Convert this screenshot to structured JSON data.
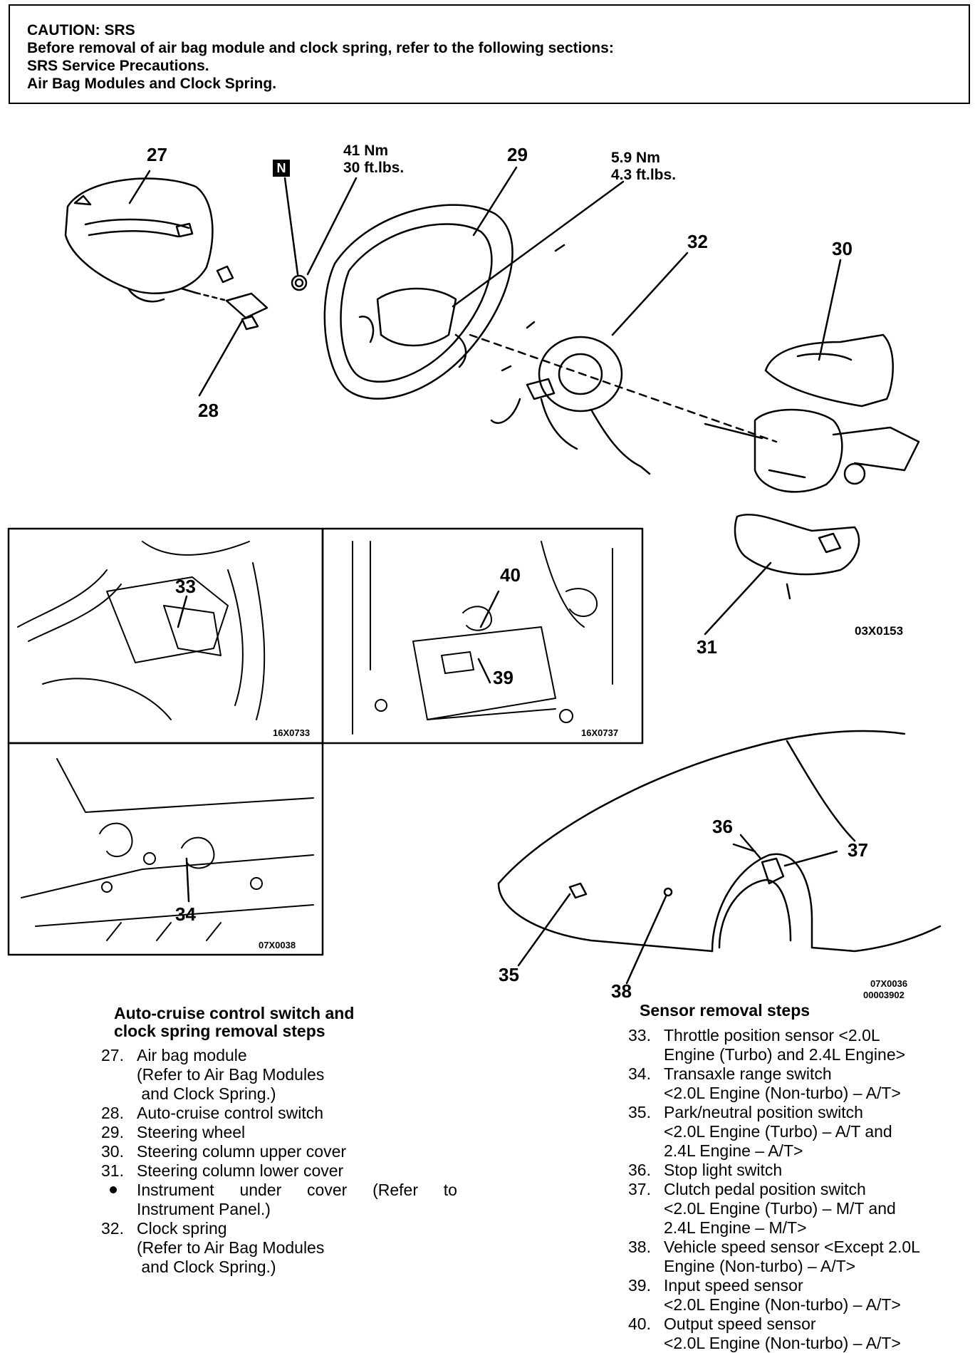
{
  "caution": {
    "lines": [
      "CAUTION: SRS",
      "Before removal of air bag module and clock spring, refer to the following sections:",
      "SRS Service Precautions.",
      "Air Bag Modules and Clock Spring."
    ]
  },
  "figure": {
    "nut_badge": "N",
    "torque_wheel": [
      "41 Nm",
      "30 ft.lbs."
    ],
    "torque_clock": [
      "5.9 Nm",
      "4.3 ft.lbs."
    ],
    "callouts": {
      "c27": "27",
      "c28": "28",
      "c29": "29",
      "c30": "30",
      "c31": "31",
      "c32": "32",
      "c33": "33",
      "c34": "34",
      "c35": "35",
      "c36": "36",
      "c37": "37",
      "c38": "38",
      "c39": "39",
      "c40": "40"
    },
    "codes": {
      "main": "03X0153",
      "inset1": "16X0733",
      "inset2": "16X0737",
      "inset3": "07X0038",
      "car_a": "07X0036",
      "car_b": "00003902"
    }
  },
  "left_list": {
    "heading": [
      "Auto-cruise control switch and",
      "clock spring removal steps"
    ],
    "items": [
      {
        "num": "27.",
        "lines": [
          "Air bag module",
          "(Refer to Air Bag Modules",
          " and Clock Spring.)"
        ]
      },
      {
        "num": "28.",
        "lines": [
          "Auto-cruise control switch"
        ]
      },
      {
        "num": "29.",
        "lines": [
          "Steering wheel"
        ]
      },
      {
        "num": "30.",
        "lines": [
          "Steering column upper cover"
        ]
      },
      {
        "num": "31.",
        "lines": [
          "Steering column lower cover"
        ]
      }
    ],
    "bullet": {
      "words": [
        "Instrument",
        "under",
        "cover",
        "(Refer",
        "to"
      ],
      "line2": "Instrument Panel.)"
    },
    "items2": [
      {
        "num": "32.",
        "lines": [
          "Clock spring",
          "(Refer to Air Bag Modules",
          " and Clock Spring.)"
        ]
      }
    ]
  },
  "right_list": {
    "heading": "Sensor removal steps",
    "items": [
      {
        "num": "33.",
        "lines": [
          "Throttle position sensor <2.0L",
          "Engine (Turbo) and 2.4L Engine>"
        ]
      },
      {
        "num": "34.",
        "lines": [
          "Transaxle range switch",
          "<2.0L Engine (Non-turbo) – A/T>"
        ]
      },
      {
        "num": "35.",
        "lines": [
          "Park/neutral position switch",
          "<2.0L Engine (Turbo) – A/T and",
          "2.4L Engine – A/T>"
        ]
      },
      {
        "num": "36.",
        "lines": [
          "Stop light switch"
        ]
      },
      {
        "num": "37.",
        "lines": [
          "Clutch pedal position switch",
          "<2.0L Engine (Turbo) – M/T and",
          "2.4L Engine – M/T>"
        ]
      },
      {
        "num": "38.",
        "lines": [
          "Vehicle speed sensor <Except 2.0L",
          "Engine (Non-turbo) – A/T>"
        ]
      },
      {
        "num": "39.",
        "lines": [
          "Input speed sensor",
          "<2.0L Engine (Non-turbo) – A/T>"
        ]
      },
      {
        "num": "40.",
        "lines": [
          "Output speed sensor",
          "<2.0L Engine (Non-turbo) – A/T>"
        ]
      }
    ]
  }
}
